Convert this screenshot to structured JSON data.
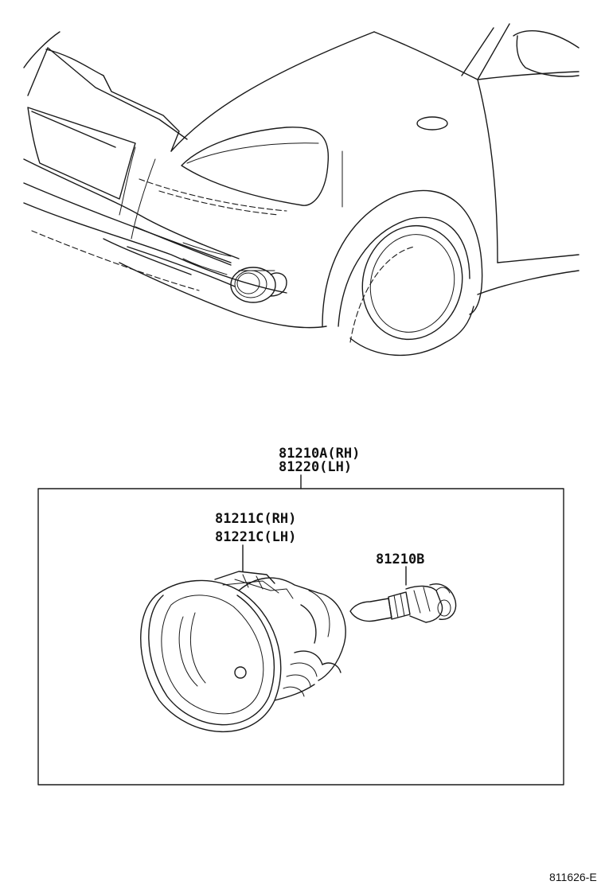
{
  "labels": {
    "assembly_rh": "81210A(RH)",
    "assembly_lh": "81220(LH)",
    "housing_rh": "81211C(RH)",
    "housing_lh": "81221C(LH)",
    "bulb": "81210B"
  },
  "diagram_code": "811626-E",
  "colors": {
    "line": "#1a1a1a",
    "background": "#ffffff"
  }
}
